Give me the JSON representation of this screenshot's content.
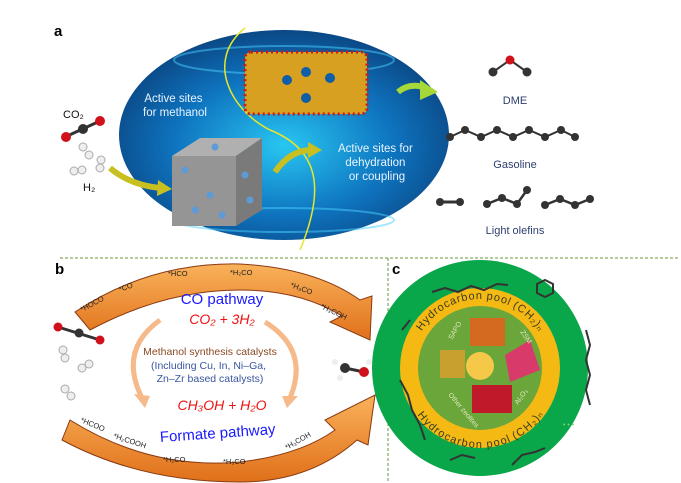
{
  "panel_a": {
    "label": "a",
    "co2_label": "CO₂",
    "h2_label": "H₂",
    "methanol_sites": [
      "Active sites",
      "for methanol"
    ],
    "dehydration_sites": [
      "Active sites for",
      "dehydration",
      "or coupling"
    ],
    "products": [
      "DME",
      "Gasoline",
      "Light olefins"
    ]
  },
  "panel_b": {
    "label": "b",
    "co_pathway": "CO pathway",
    "reactants": "CO₂ + 3H₂",
    "products": "CH₃OH + H₂O",
    "formate_pathway": "Formate pathway",
    "catalyst_title": "Methanol synthesis catalysts",
    "catalyst_lines": [
      "(Including Cu, In, Ni–Ga,",
      "Zn–Zr based catalysts)"
    ],
    "co_intermediates": [
      "*HOCO",
      "*CO",
      "*HCO",
      "*H₂CO",
      "*H₃CO",
      "*H₃COH"
    ],
    "formate_intermediates": [
      "*HCOO",
      "*H₂COOH",
      "*H₂CO",
      "*H₃CO",
      "*H₃COH"
    ]
  },
  "panel_c": {
    "label": "c",
    "pool_top": "Hydrocarbon pool (CH₂)ₙ",
    "pool_bottom": "Hydrocarbon pool (CH₂)ₙ",
    "zeolites": [
      "SAPO",
      "ZSM",
      "Other zeolites",
      "Al₂O₃"
    ],
    "ellipsis": "• • •"
  },
  "colors": {
    "ellipse": "#0f5fa8",
    "arrow": "#f08a20",
    "green": "#0aa64a",
    "gold": "#f5b914"
  }
}
